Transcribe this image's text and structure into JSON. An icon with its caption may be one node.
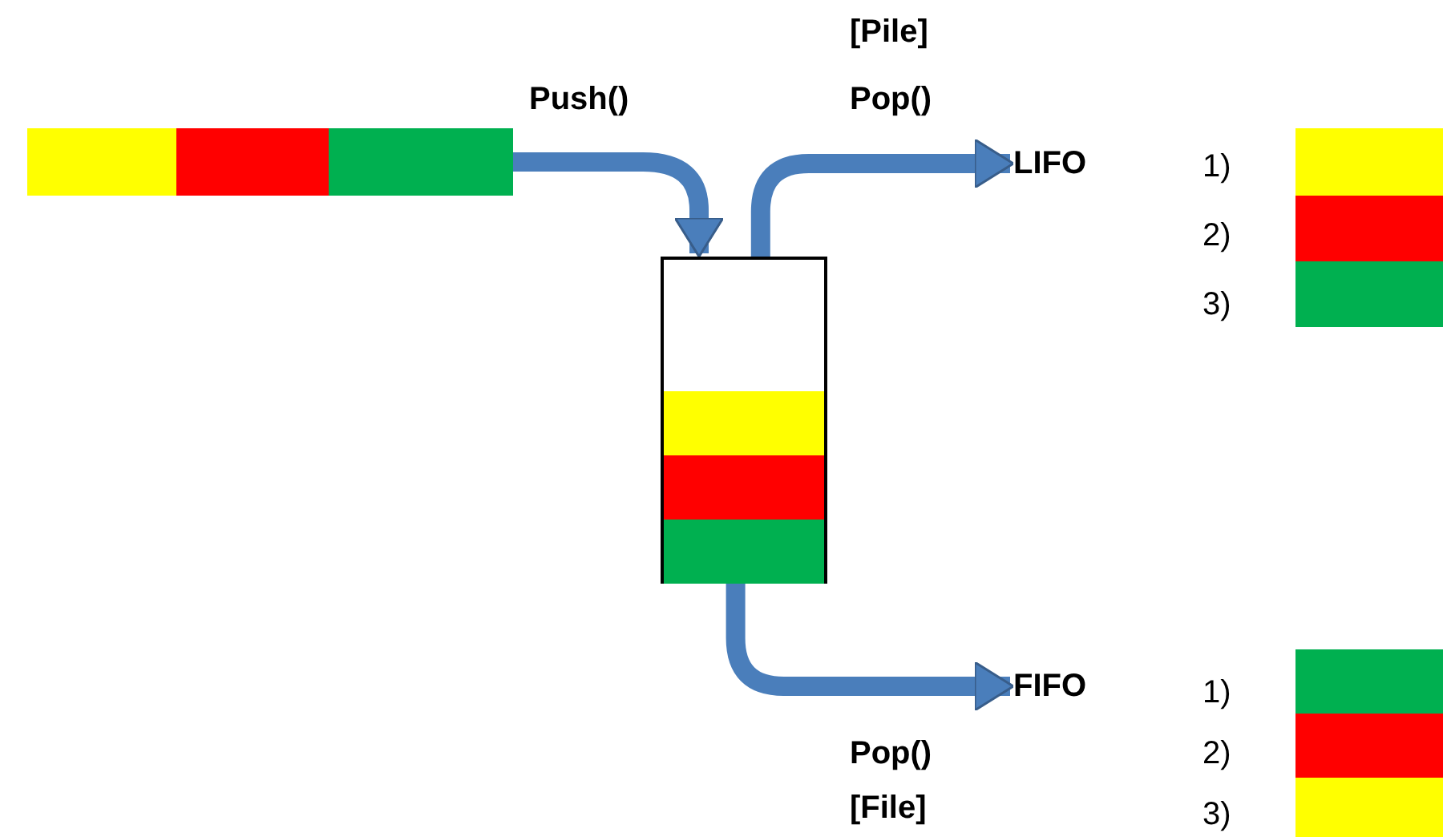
{
  "diagram": {
    "nodes": [
      {
        "text": [],
        "shape": "box"
      },
      {
        "text": [],
        "shape": "box"
      },
      {
        "text": [],
        "shape": "box"
      },
      {
        "text": [],
        "shape": "box"
      },
      {
        "text": [],
        "shape": "box",
        "in": 3
      },
      {
        "text": [],
        "shape": "box",
        "in": 3
      },
      {
        "text": [],
        "shape": "box",
        "in": 3
      },
      {
        "text": [
          "LIFO"
        ]
      },
      {
        "text": [],
        "shape": "box"
      },
      {
        "text": [],
        "shape": "box"
      },
      {
        "text": [],
        "shape": "box"
      },
      {
        "text": [
          "FIFO"
        ]
      },
      {
        "text": [],
        "shape": "box"
      },
      {
        "text": [],
        "shape": "box"
      },
      {
        "text": [],
        "shape": "box"
      }
    ],
    "edges": [
      {
        "from": 2,
        "to": 3,
        "arrow": "to",
        "label": "Push()"
      },
      {
        "from": 3,
        "to": 7,
        "arrow": "to",
        "label": "Pop()"
      },
      {
        "from": 3,
        "to": 11,
        "arrow": "to",
        "label": "Pop()"
      }
    ],
    "labels": [
      "[Pile]",
      "1)",
      "2)",
      "3)",
      "[File]",
      "1)",
      "2)",
      "3)"
    ]
  }
}
